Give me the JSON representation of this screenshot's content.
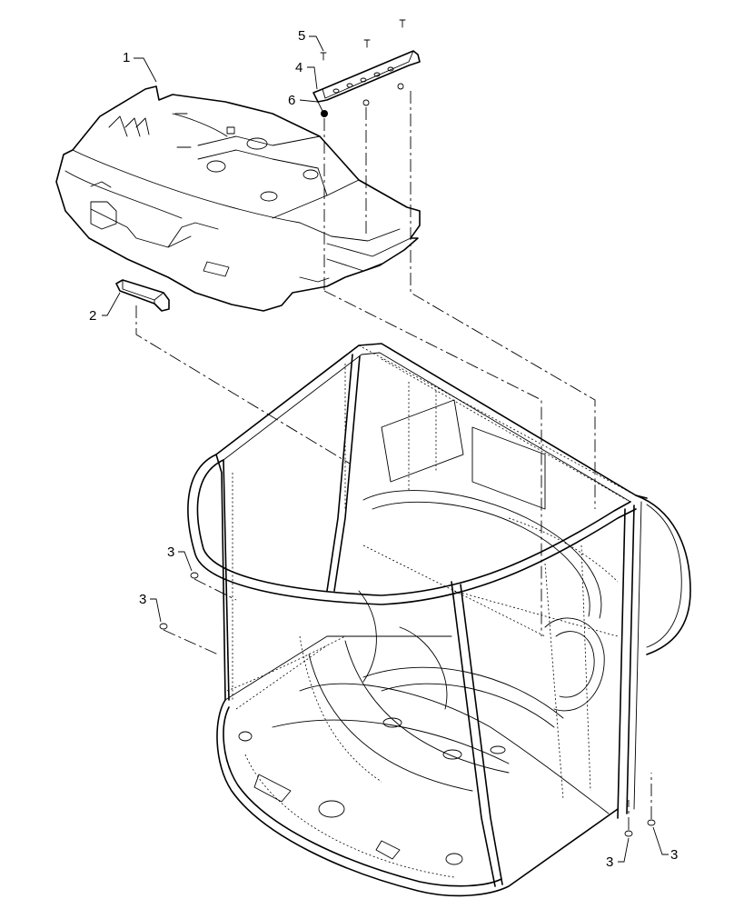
{
  "diagram": {
    "callouts": [
      {
        "id": "c1",
        "label": "1"
      },
      {
        "id": "c2",
        "label": "2"
      },
      {
        "id": "c3a",
        "label": "3"
      },
      {
        "id": "c3b",
        "label": "3"
      },
      {
        "id": "c3c",
        "label": "3"
      },
      {
        "id": "c3d",
        "label": "3"
      },
      {
        "id": "c4",
        "label": "4"
      },
      {
        "id": "c5",
        "label": "5"
      },
      {
        "id": "c6",
        "label": "6"
      }
    ]
  }
}
